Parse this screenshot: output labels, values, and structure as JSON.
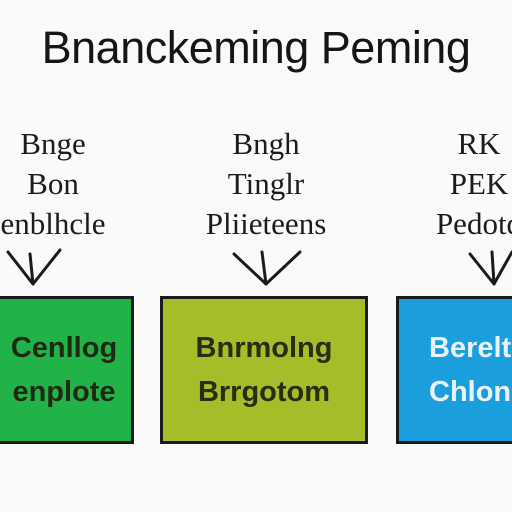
{
  "title": "Bnanckeming Peming",
  "columns": [
    {
      "labels": [
        "Bnge",
        "Bon",
        "enblhcle"
      ],
      "box": {
        "lines": [
          "Cenllog",
          "enplote"
        ],
        "fill": "#21b24a",
        "text_color": "#1e2a12"
      }
    },
    {
      "labels": [
        "Bngh",
        "Tinglr",
        "Pliieteens"
      ],
      "box": {
        "lines": [
          "Bnrmolng",
          "Brrgotom"
        ],
        "fill": "#a4be2a",
        "text_color": "#2c2c10"
      }
    },
    {
      "labels": [
        "RK",
        "PEK",
        "Pedotd"
      ],
      "box": {
        "lines": [
          "Berelt",
          "Chlon"
        ],
        "fill": "#1b9fdc",
        "text_color": "#e8f3fb"
      }
    }
  ],
  "colors": {
    "background": "#fafafa",
    "border": "#1b1b1b",
    "arrow": "#1b1b1b"
  }
}
